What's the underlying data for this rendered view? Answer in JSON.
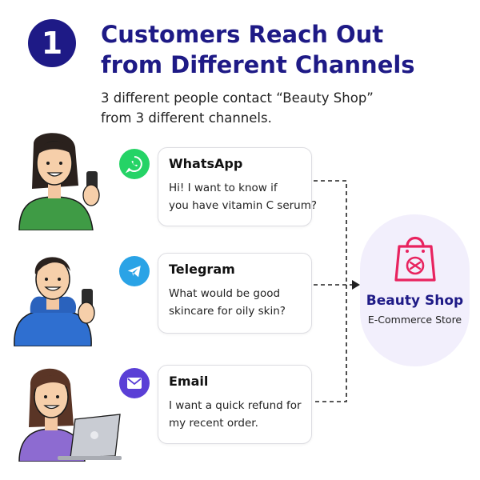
{
  "step": {
    "number": "1"
  },
  "title": {
    "line1": "Customers Reach Out",
    "line2": "from Different Channels"
  },
  "subtitle": {
    "line1": "3 different people contact “Beauty Shop”",
    "line2": "from 3 different channels."
  },
  "channels": [
    {
      "name": "WhatsApp",
      "icon": "whatsapp-icon",
      "color": "#25d366",
      "message_lines": [
        "Hi! I want to know if",
        "you have vitamin C serum?"
      ]
    },
    {
      "name": "Telegram",
      "icon": "telegram-icon",
      "color": "#2aa3e6",
      "message_lines": [
        "What would be good",
        "skincare for oily skin?"
      ]
    },
    {
      "name": "Email",
      "icon": "email-icon",
      "color": "#5a3fd6",
      "message_lines": [
        "I want a quick refund for",
        "my recent order."
      ]
    }
  ],
  "store": {
    "name": "Beauty Shop",
    "subtitle": "E-Commerce Store",
    "icon": "shopping-bag-icon",
    "accent": "#e8235f"
  },
  "colors": {
    "title": "#1e1a86",
    "store_bg": "#f2effc"
  }
}
